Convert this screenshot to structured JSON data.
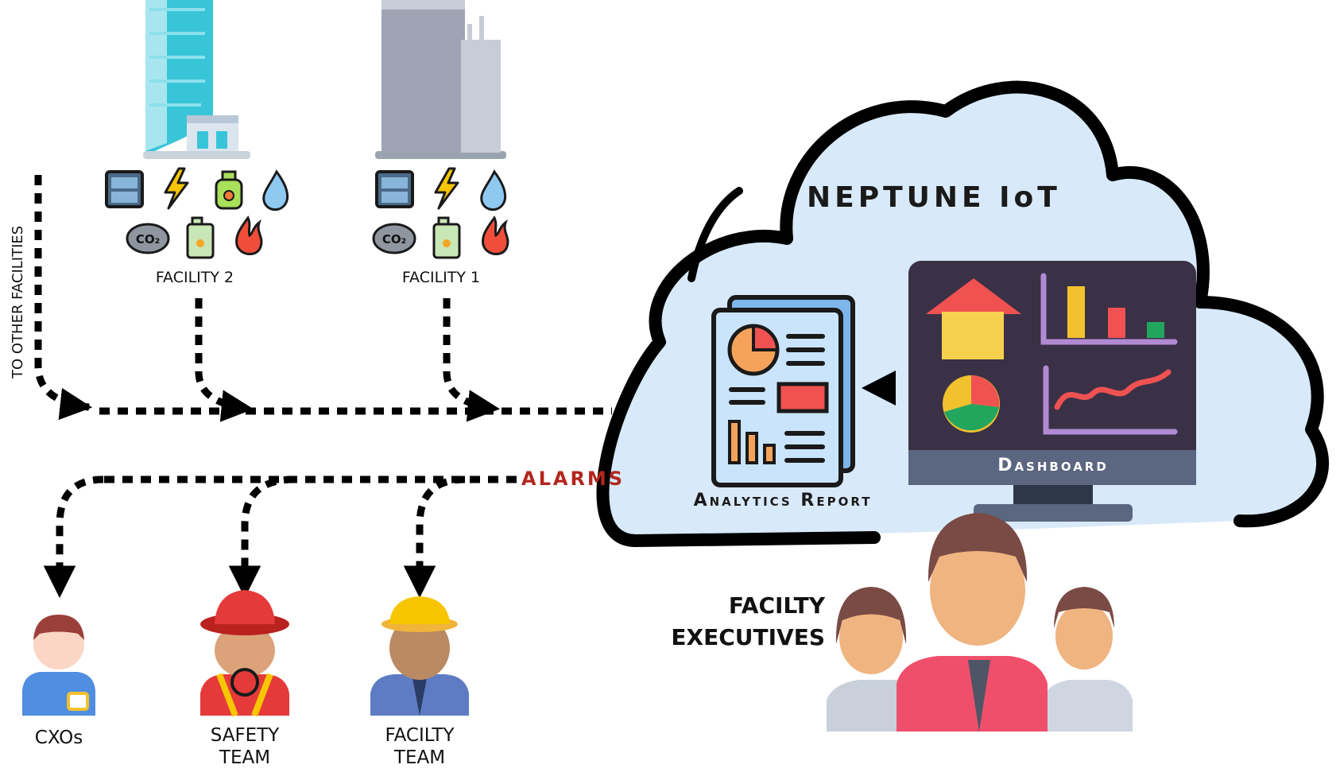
{
  "facilities": [
    {
      "label": "FACILITY 2"
    },
    {
      "label": "FACILITY 1"
    }
  ],
  "side_label": "TO OTHER FACILITIES",
  "alarms_label": "ALARMS",
  "cloud": {
    "title": "NEPTUNE IoT",
    "dashboard_label": "Dashboard",
    "report_label": "Analytics Report"
  },
  "recipients": [
    {
      "label": "CXOs"
    },
    {
      "label": "SAFETY\nTEAM"
    },
    {
      "label": "FACILTY\nTEAM"
    }
  ],
  "executives_label": "FACILTY\nEXECUTIVES",
  "icons": [
    "building-icon",
    "office-building-icon",
    "hvac-unit-icon",
    "lightning-icon",
    "gas-cylinder-icon",
    "water-drop-icon",
    "co2-cloud-icon",
    "fuel-can-icon",
    "fire-icon",
    "dashboard-monitor-icon",
    "analytics-report-icon",
    "person-icon"
  ],
  "colors": {
    "cloud_fill": "#d8e9fa",
    "cloud_stroke": "#000000",
    "alarms": "#b3261e",
    "monitor": "#3b3146",
    "monitor_base": "#5b6680"
  }
}
